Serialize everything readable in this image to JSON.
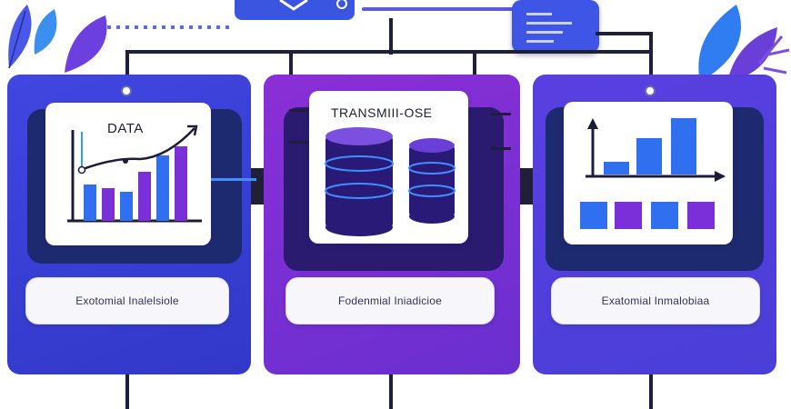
{
  "panels": [
    {
      "title": "DATA",
      "label": "Exotomial Inalelsiole"
    },
    {
      "title": "TRANSMIII-OSE",
      "label": "Fodenmial Iniadicioe"
    },
    {
      "title": "",
      "label": "Exatomial Inmalobiaa"
    }
  ],
  "colors": {
    "blue_panel": "#3b3fd8",
    "purple_panel": "#7a2fd6",
    "blue_bar": "#2f6ff0",
    "purple_bar": "#7b2fd8",
    "dark_wire": "#1f1f3a"
  },
  "icons": [
    "leaf-icon",
    "database-icon",
    "bar-chart-icon",
    "line-chart-icon",
    "code-window-icon"
  ]
}
